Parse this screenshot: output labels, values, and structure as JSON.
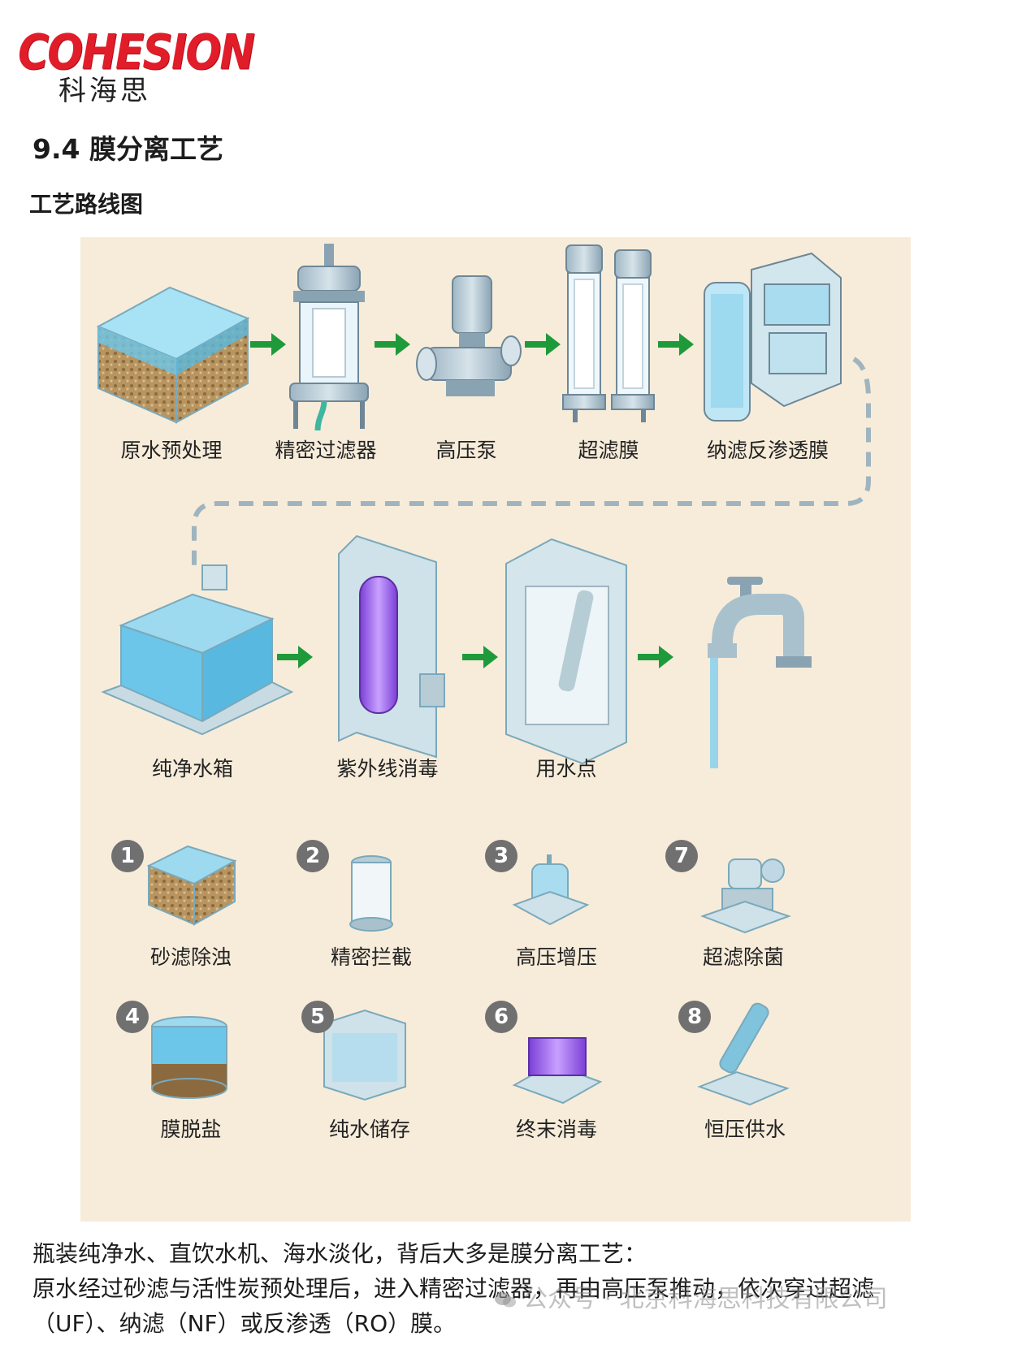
{
  "brand": {
    "logo_word": "COHESION",
    "logo_cn": "科海思"
  },
  "section_title": "9.4 膜分离工艺",
  "sub_title": "工艺路线图",
  "flow": {
    "row1": [
      "原水预处理",
      "精密过滤器",
      "高压泵",
      "超滤膜",
      "纳滤反渗透膜"
    ],
    "row2": [
      "纯净水箱",
      "紫外线消毒",
      "用水点"
    ]
  },
  "legend": [
    {
      "num": "1",
      "label": "砂滤除浊"
    },
    {
      "num": "2",
      "label": "精密拦截"
    },
    {
      "num": "3",
      "label": "高压增压"
    },
    {
      "num": "7",
      "label": "超滤除菌"
    },
    {
      "num": "4",
      "label": "膜脱盐"
    },
    {
      "num": "5",
      "label": "纯水储存"
    },
    {
      "num": "6",
      "label": "终末消毒"
    },
    {
      "num": "8",
      "label": "恒压供水"
    }
  ],
  "body_text": [
    "瓶装纯净水、直饮水机、海水淡化，背后大多是膜分离工艺：",
    "原水经过砂滤与活性炭预处理后，进入精密过滤器，再由高压泵推动，依次穿过超滤",
    "（UF）、纳滤（NF）或反渗透（RO）膜。"
  ],
  "watermark": "公众号 · 北京科海思科技有限公司",
  "colors": {
    "brand_red": "#e11d2a",
    "arrow_green": "#1f9a3a",
    "panel_bg": "#f7ecda",
    "badge_gray": "#707070"
  }
}
